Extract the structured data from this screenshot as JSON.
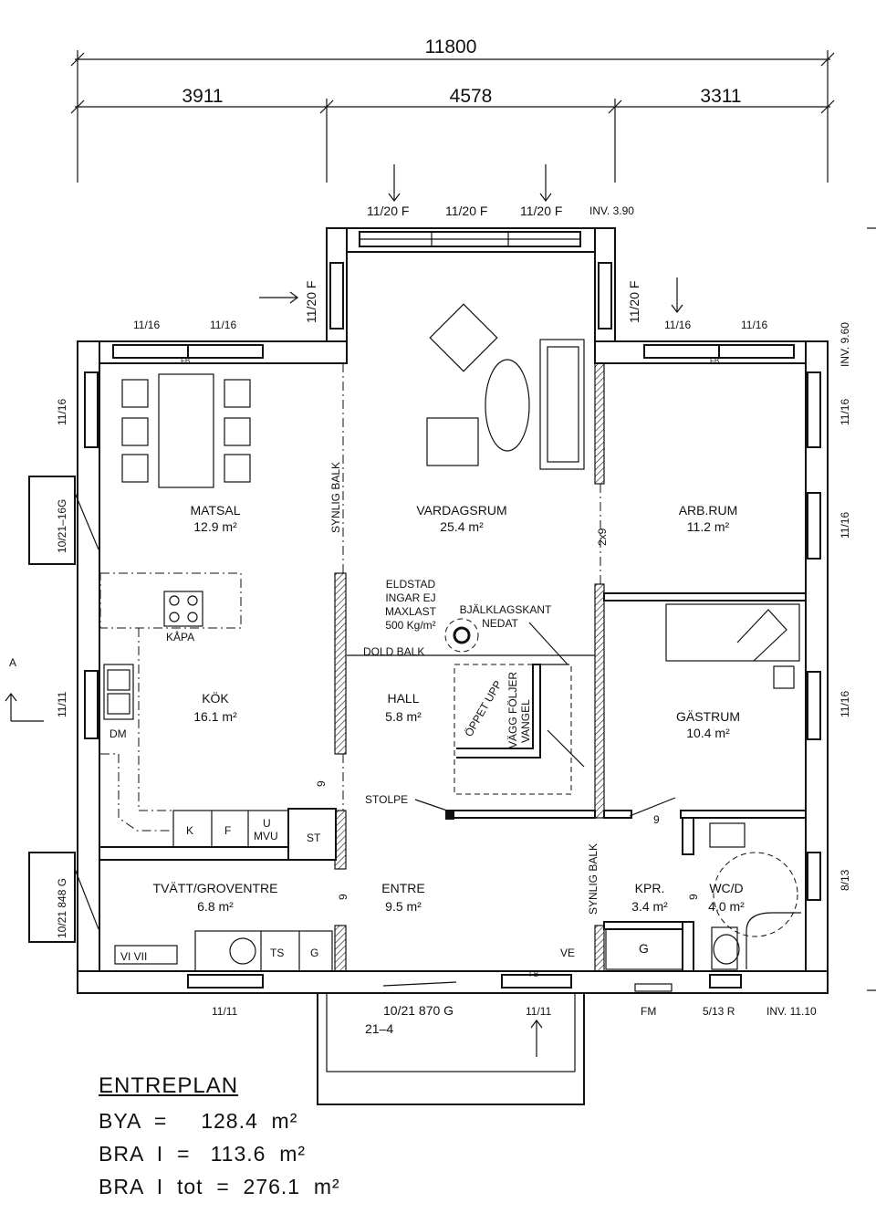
{
  "dimensions": {
    "total": "11800",
    "segments": [
      "3911",
      "4578",
      "3311"
    ]
  },
  "windows": {
    "top_1": "11/20  F",
    "top_2": "11/20  F",
    "top_3": "11/20  F",
    "inv_top": "INV.   3.90",
    "left_bay": "11/20  F",
    "right_bay": "11/20  F",
    "matsal_top_1": "11/16",
    "matsal_top_2": "11/16",
    "arb_top_1": "11/16",
    "arb_top_2": "11/16",
    "inv_right": "INV.   9.60",
    "left_1": "11/16",
    "left_door": "10/21–16G",
    "left_2": "11/11",
    "left_door_2": "10/21  848  G",
    "right_1": "11/16",
    "right_2": "11/16",
    "right_3": "11/16",
    "right_4": "8/13",
    "bottom_1": "11/11",
    "bottom_door": "10/21  870  G",
    "bottom_door_sub": "21–4",
    "bottom_2": "11/11",
    "fm": "FM",
    "bottom_3": "5/13  R",
    "inv_bottom": "INV.  11.10",
    "fb": "FB"
  },
  "rooms": [
    {
      "name": "MATSAL",
      "area": "12.9  m²"
    },
    {
      "name": "VARDAGSRUM",
      "area": "25.4  m²"
    },
    {
      "name": "ARB.RUM",
      "area": "11.2  m²"
    },
    {
      "name": "KÖK",
      "area": "16.1  m²"
    },
    {
      "name": "HALL",
      "area": "5.8  m²"
    },
    {
      "name": "GÄSTRUM",
      "area": "10.4  m²"
    },
    {
      "name": "TVÄTT/GROVENTRE",
      "area": "6.8  m²"
    },
    {
      "name": "ENTRE",
      "area": "9.5  m²"
    },
    {
      "name": "KPR.",
      "area": "3.4  m²"
    },
    {
      "name": "WC/D",
      "area": "4.0  m²"
    }
  ],
  "annotations": {
    "synlig_balk_1": "SYNLIG BALK",
    "synlig_balk_2": "SYNLIG BALK",
    "eldstad": [
      "ELDSTAD",
      "INGAR EJ",
      "MAXLAST",
      "500  Kg/m²"
    ],
    "bjalklag": [
      "BJÄLKLAGSKANT",
      "NEDAT"
    ],
    "dold_balk": "DOLD BALK",
    "oppet_upp": "ÖPPET UPP",
    "vagg": [
      "VÄGG FÖLJER",
      "VANGEL"
    ],
    "stolpe": "STOLPE",
    "two_x_nine": "2x9",
    "nine_1": "9",
    "nine_2": "9",
    "nine_3": "9",
    "nine_4": "9",
    "kapa": "KÅPA",
    "dm": "DM",
    "k": "K",
    "f": "F",
    "u": "U",
    "mvu": "MVU",
    "st": "ST",
    "ts": "TS",
    "g1": "G",
    "g2": "G",
    "vi_vii": "VI  VII",
    "ve": "VE",
    "section_a": "A"
  },
  "summary": {
    "title": "ENTREPLAN",
    "rows": [
      "BYA  =     128.4  m²",
      "BRA  I  =   113.6  m²",
      "BRA  I  tot  =  276.1  m²"
    ]
  }
}
